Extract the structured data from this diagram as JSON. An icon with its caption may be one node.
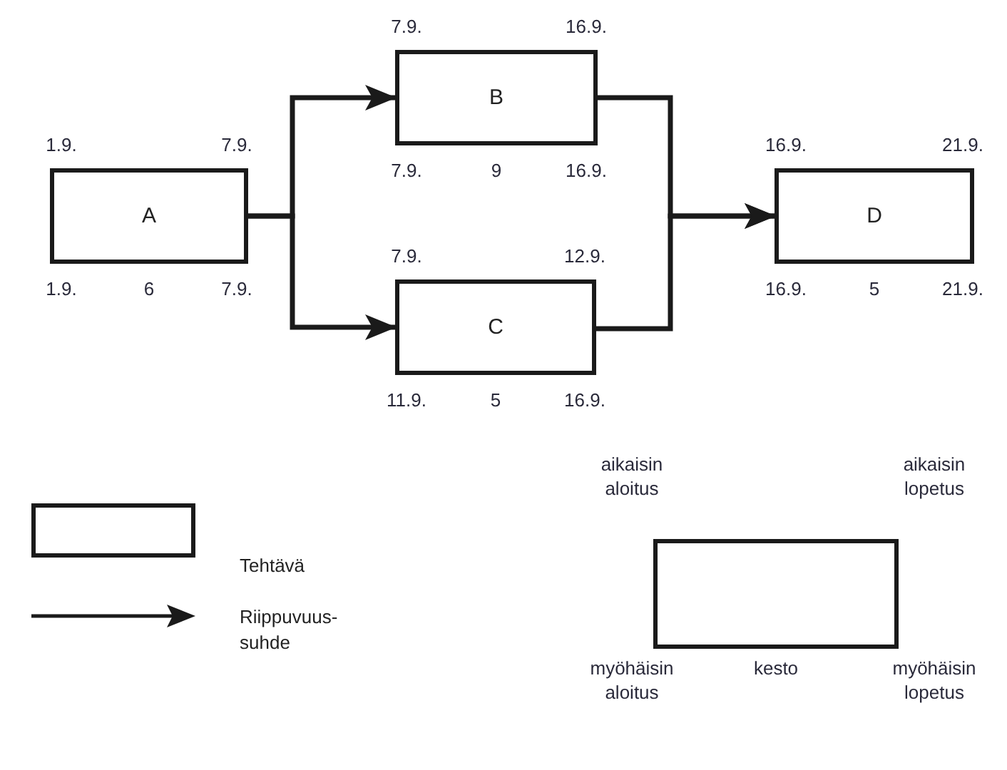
{
  "diagram": {
    "nodes": [
      {
        "text": [
          "A"
        ],
        "beside": [
          "1.9.",
          "7.9.",
          "1.9.",
          "6",
          "7.9."
        ]
      },
      {
        "text": [
          "B"
        ],
        "beside": [
          "7.9.",
          "16.9.",
          "7.9.",
          "9",
          "16.9."
        ]
      },
      {
        "text": [
          "C"
        ],
        "beside": [
          "7.9.",
          "12.9.",
          "11.9.",
          "5",
          "16.9."
        ]
      },
      {
        "text": [
          "D"
        ],
        "beside": [
          "16.9.",
          "21.9.",
          "16.9.",
          "5",
          "21.9."
        ]
      },
      {
        "text": [],
        "shape": "box",
        "beside": [
          "aikaisin aloitus",
          "aikaisin lopetus",
          "myöhäisin aloitus",
          "kesto",
          "myöhäisin lopetus"
        ]
      }
    ],
    "edges": [
      {
        "from": 0,
        "to": 1,
        "arrow": "to"
      },
      {
        "from": 0,
        "to": 2,
        "arrow": "to"
      },
      {
        "from": 1,
        "to": 3,
        "arrow": "to"
      },
      {
        "from": 2,
        "to": 3,
        "arrow": "to"
      }
    ],
    "legend": [
      {
        "text": "Tehtävä"
      },
      {
        "text": "Riippuvuus-suhde"
      }
    ]
  }
}
